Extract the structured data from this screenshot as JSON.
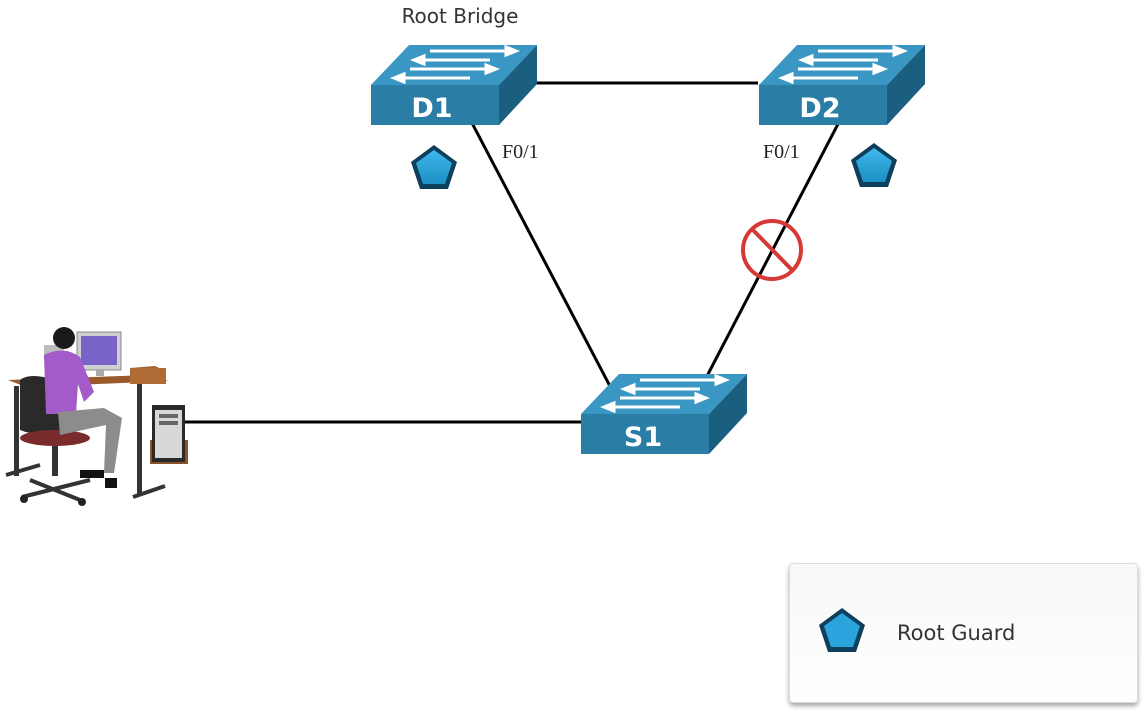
{
  "diagram": {
    "title": "Root Bridge",
    "switches": [
      {
        "id": "D1",
        "label": "D1"
      },
      {
        "id": "D2",
        "label": "D2"
      },
      {
        "id": "S1",
        "label": "S1"
      }
    ],
    "ports": [
      {
        "switch": "D1",
        "label": "F0/1"
      },
      {
        "switch": "D2",
        "label": "F0/1"
      }
    ],
    "blocked_link": "D2-S1",
    "colors": {
      "switch_front": "#2a7ea6",
      "switch_top": "#3a97c4",
      "switch_side": "#1b5f80",
      "root_guard": "#2aa4dc",
      "blocked": "#d63a36",
      "link": "#000000"
    }
  },
  "legend": {
    "icon": "root-guard-pentagon-icon",
    "label": "Root Guard"
  }
}
